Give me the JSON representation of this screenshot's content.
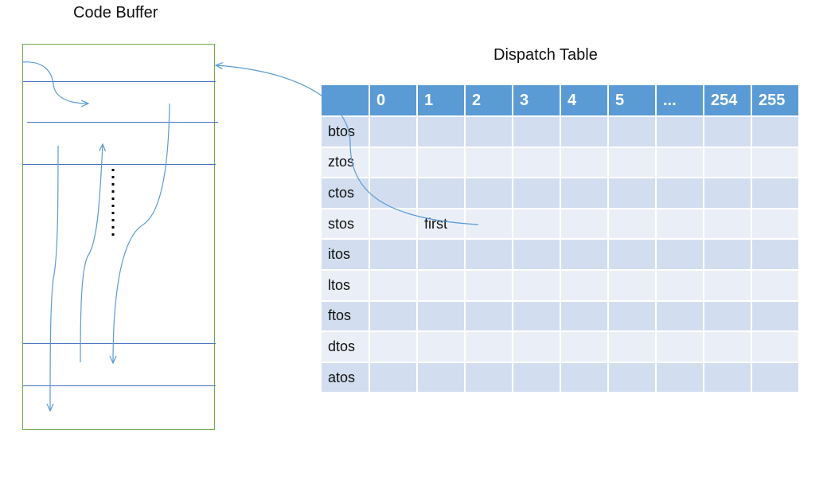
{
  "code_buffer": {
    "title": "Code Buffer"
  },
  "dispatch_table": {
    "title": "Dispatch Table",
    "columns": [
      "",
      "0",
      "1",
      "2",
      "3",
      "4",
      "5",
      "...",
      "254",
      "255"
    ],
    "rows": [
      {
        "label": "btos",
        "cells": [
          "",
          "",
          "",
          "",
          "",
          "",
          "",
          "",
          ""
        ]
      },
      {
        "label": "ztos",
        "cells": [
          "",
          "",
          "",
          "",
          "",
          "",
          "",
          "",
          ""
        ]
      },
      {
        "label": "ctos",
        "cells": [
          "",
          "",
          "",
          "",
          "",
          "",
          "",
          "",
          ""
        ]
      },
      {
        "label": "stos",
        "cells": [
          "",
          "first",
          "",
          "",
          "",
          "",
          "",
          "",
          ""
        ]
      },
      {
        "label": "itos",
        "cells": [
          "",
          "",
          "",
          "",
          "",
          "",
          "",
          "",
          ""
        ]
      },
      {
        "label": "ltos",
        "cells": [
          "",
          "",
          "",
          "",
          "",
          "",
          "",
          "",
          ""
        ]
      },
      {
        "label": "ftos",
        "cells": [
          "",
          "",
          "",
          "",
          "",
          "",
          "",
          "",
          ""
        ]
      },
      {
        "label": "dtos",
        "cells": [
          "",
          "",
          "",
          "",
          "",
          "",
          "",
          "",
          ""
        ]
      },
      {
        "label": "atos",
        "cells": [
          "",
          "",
          "",
          "",
          "",
          "",
          "",
          "",
          ""
        ]
      }
    ]
  },
  "colors": {
    "header": "#5b9bd5",
    "row_dark": "#d2deef",
    "row_light": "#eaeff7",
    "arrow": "#5b9bd5",
    "buffer_border": "#70ad47"
  }
}
